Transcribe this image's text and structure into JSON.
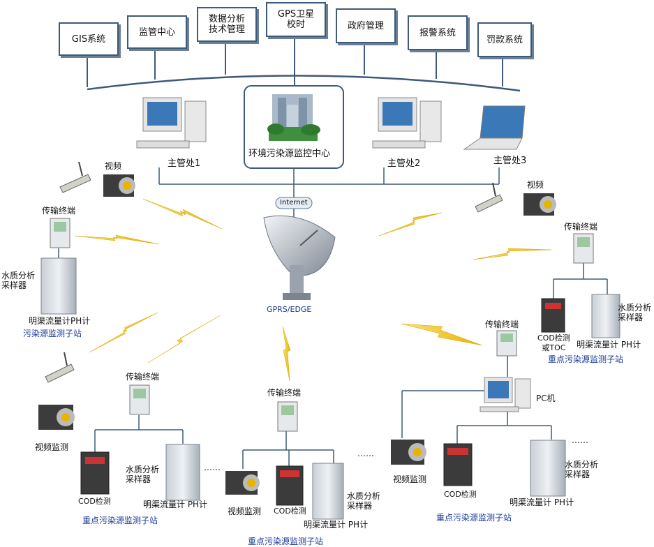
{
  "systems": [
    {
      "id": "gis",
      "label": "GIS系统"
    },
    {
      "id": "supervise",
      "label": "监管中心"
    },
    {
      "id": "analysis",
      "label": "数据分析\n技术管理"
    },
    {
      "id": "gps",
      "label": "GPS卫星\n校时"
    },
    {
      "id": "gov",
      "label": "政府管理"
    },
    {
      "id": "alarm",
      "label": "报警系统"
    },
    {
      "id": "fine",
      "label": "罚款系统"
    }
  ],
  "center": {
    "label": "环境污染源监控中心"
  },
  "offices": [
    "主管处1",
    "主管处2",
    "主管处3"
  ],
  "internet": "Internet",
  "hub": "GPRS/EDGE",
  "labels": {
    "video": "视频",
    "terminal": "传输终端",
    "water_sampler": "水质分析\n采样器",
    "flowmeter_ph": "明渠流量计PH计",
    "flowmeter_ph_sp": "明渠流量计 PH计",
    "pollution_sub": "污染源监测子站",
    "key_sub": "重点污染源监测子站",
    "video_monitor": "视频监测",
    "cod": "COD检测",
    "cod_toc": "COD检测\n或TOC",
    "pc": "PC机",
    "dots": "……"
  }
}
